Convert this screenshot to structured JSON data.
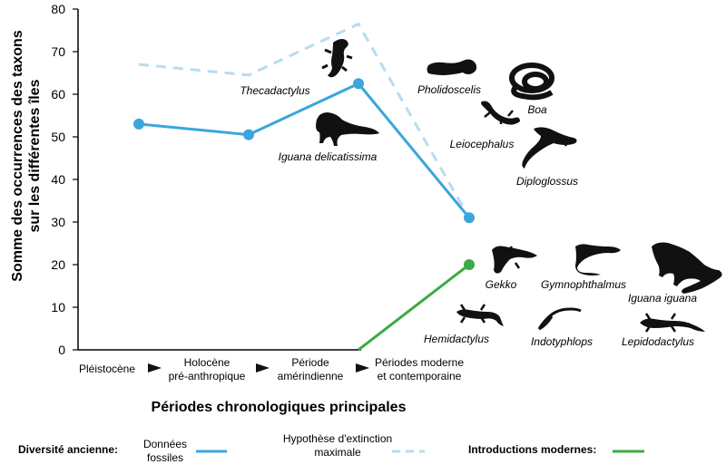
{
  "chart_data": {
    "type": "line",
    "title": "",
    "ylabel_line1": "Somme des occurrences des taxons",
    "ylabel_line2": "sur les différentes îles",
    "xlabel": "Périodes chronologiques principales",
    "ylim": [
      0,
      80
    ],
    "yticks": [
      0,
      10,
      20,
      30,
      40,
      50,
      60,
      70,
      80
    ],
    "categories": [
      [
        "Pléistocène"
      ],
      [
        "Holocène",
        "pré-anthropique"
      ],
      [
        "Période",
        "amérindienne"
      ],
      [
        "Périodes moderne",
        "et contemporaine"
      ]
    ],
    "series": [
      {
        "key": "fossil",
        "values": [
          53,
          50.5,
          62.5,
          31
        ],
        "color": "#3aa6dd",
        "style": "solid",
        "markers": true
      },
      {
        "key": "extinction",
        "values": [
          67,
          64.5,
          76.5,
          31
        ],
        "color": "#b9dcef",
        "style": "dashed",
        "markers": false
      },
      {
        "key": "intro",
        "points": [
          [
            2.0,
            0
          ],
          [
            3,
            20
          ]
        ],
        "color": "#3bab43",
        "style": "solid",
        "markers": true
      }
    ],
    "taxa": [
      {
        "name": "Thecadactylus",
        "icon": "gecko-silhouette-icon"
      },
      {
        "name": "Iguana delicatissima",
        "icon": "iguana-silhouette-icon"
      },
      {
        "name": "Pholidoscelis",
        "icon": "lizard-silhouette-icon"
      },
      {
        "name": "Boa",
        "icon": "snake-silhouette-icon"
      },
      {
        "name": "Leiocephalus",
        "icon": "lizard-silhouette-icon"
      },
      {
        "name": "Diploglossus",
        "icon": "lizard-silhouette-icon"
      },
      {
        "name": "Gekko",
        "icon": "gecko-silhouette-icon"
      },
      {
        "name": "Gymnophthalmus",
        "icon": "lizard-silhouette-icon"
      },
      {
        "name": "Iguana iguana",
        "icon": "iguana-silhouette-icon"
      },
      {
        "name": "Hemidactylus",
        "icon": "gecko-silhouette-icon"
      },
      {
        "name": "Indotyphlops",
        "icon": "blindsnake-silhouette-icon"
      },
      {
        "name": "Lepidodactylus",
        "icon": "gecko-silhouette-icon"
      }
    ],
    "legend": {
      "ancient_title": "Diversité ancienne:",
      "fossil_label": [
        "Données",
        "fossiles"
      ],
      "extinction_label": [
        "Hypothèse d'extinction",
        "maximale"
      ],
      "modern_title": "Introductions modernes:",
      "position": "bottom"
    },
    "colors": {
      "fossil": "#3aa6dd",
      "extinction": "#b9dcef",
      "intro": "#3bab43",
      "axis": "#000000",
      "silhouette": "#111111"
    }
  }
}
